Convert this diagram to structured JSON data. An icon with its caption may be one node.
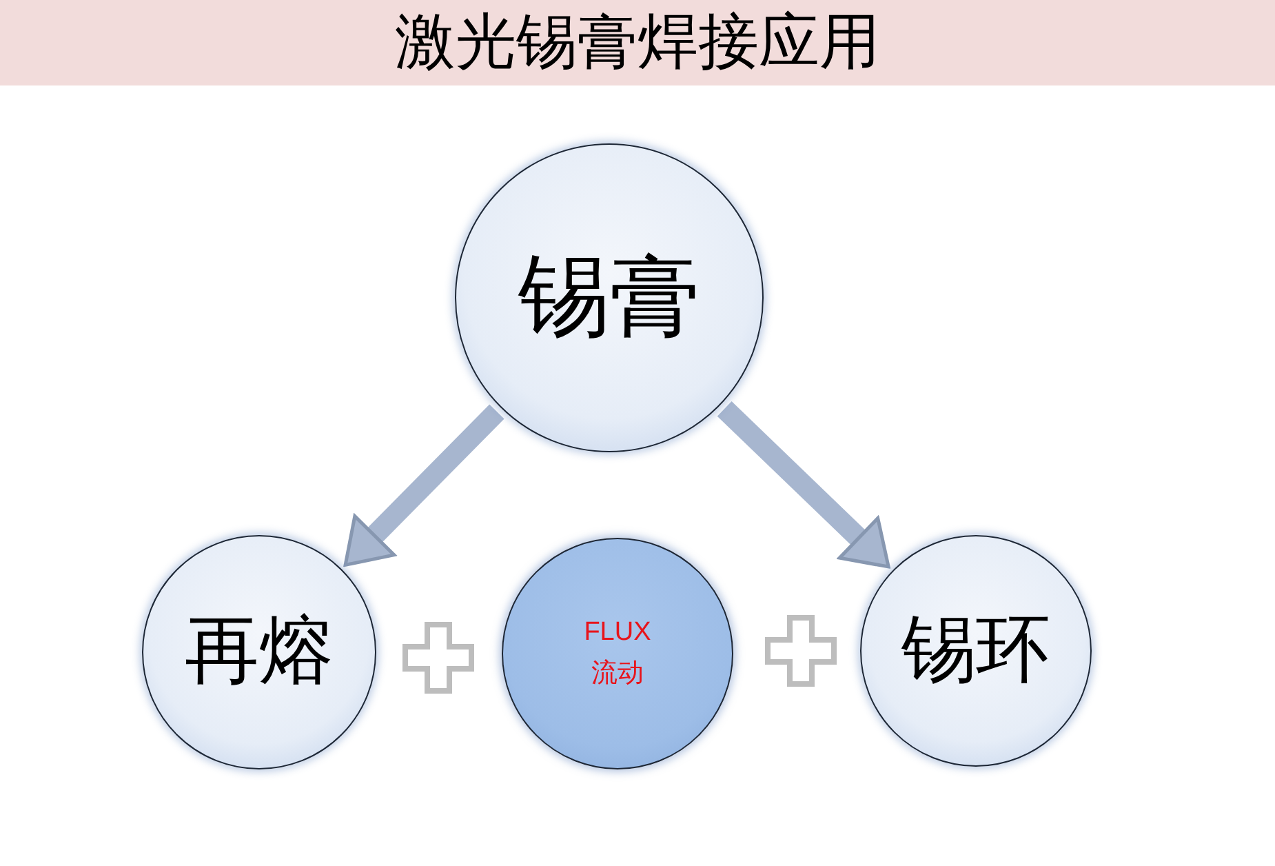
{
  "diagram": {
    "title": "激光锡膏焊接应用",
    "nodes": [
      {
        "text": [
          "锡膏"
        ]
      },
      {
        "text": [
          "再熔"
        ]
      },
      {
        "text": [
          "FLUX",
          "流动"
        ]
      },
      {
        "text": [
          "锡环"
        ]
      }
    ],
    "edges": [
      {
        "from": 0,
        "to": 1,
        "arrow": "to"
      },
      {
        "from": 0,
        "to": 3,
        "arrow": "to"
      }
    ]
  }
}
